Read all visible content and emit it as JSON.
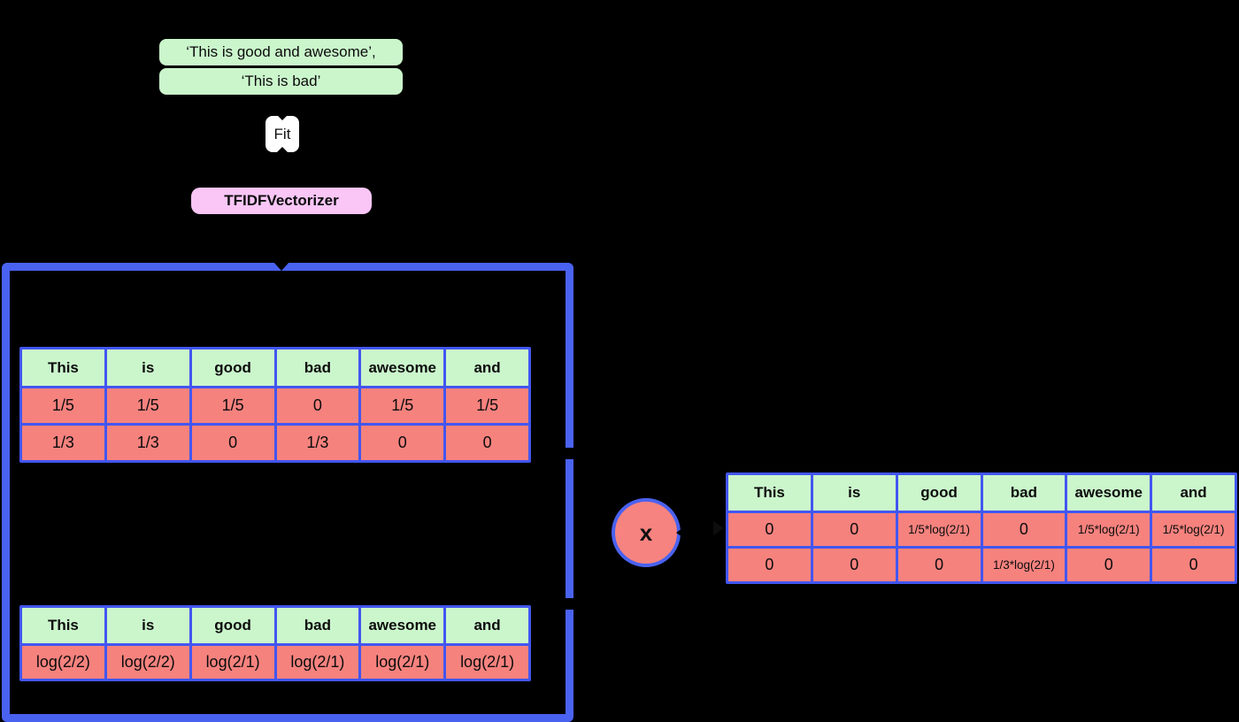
{
  "colors": {
    "background": "#000000",
    "node_green": "#cbf6cc",
    "cell_red": "#f6827e",
    "vectorizer_pink": "#f9c6f6",
    "border_blue": "#4a62f0",
    "label_white": "#ffffff",
    "text": "#0c0c0c"
  },
  "documents": {
    "doc1": "‘This is good and awesome’,",
    "doc2": "‘This is bad’"
  },
  "fit_label": "Fit",
  "vectorizer_label": "TFIDFVectorizer",
  "multiply_symbol": "x",
  "tf_table": {
    "headers": [
      "This",
      "is",
      "good",
      "bad",
      "awesome",
      "and"
    ],
    "rows": [
      [
        "1/5",
        "1/5",
        "1/5",
        "0",
        "1/5",
        "1/5"
      ],
      [
        "1/3",
        "1/3",
        "0",
        "1/3",
        "0",
        "0"
      ]
    ]
  },
  "idf_table": {
    "headers": [
      "This",
      "is",
      "good",
      "bad",
      "awesome",
      "and"
    ],
    "rows": [
      [
        "log(2/2)",
        "log(2/2)",
        "log(2/1)",
        "log(2/1)",
        "log(2/1)",
        "log(2/1)"
      ]
    ]
  },
  "tfidf_table": {
    "headers": [
      "This",
      "is",
      "good",
      "bad",
      "awesome",
      "and"
    ],
    "rows": [
      [
        "0",
        "0",
        "1/5*log(2/1)",
        "0",
        "1/5*log(2/1)",
        "1/5*log(2/1)"
      ],
      [
        "0",
        "0",
        "0",
        "1/3*log(2/1)",
        "0",
        "0"
      ]
    ]
  }
}
